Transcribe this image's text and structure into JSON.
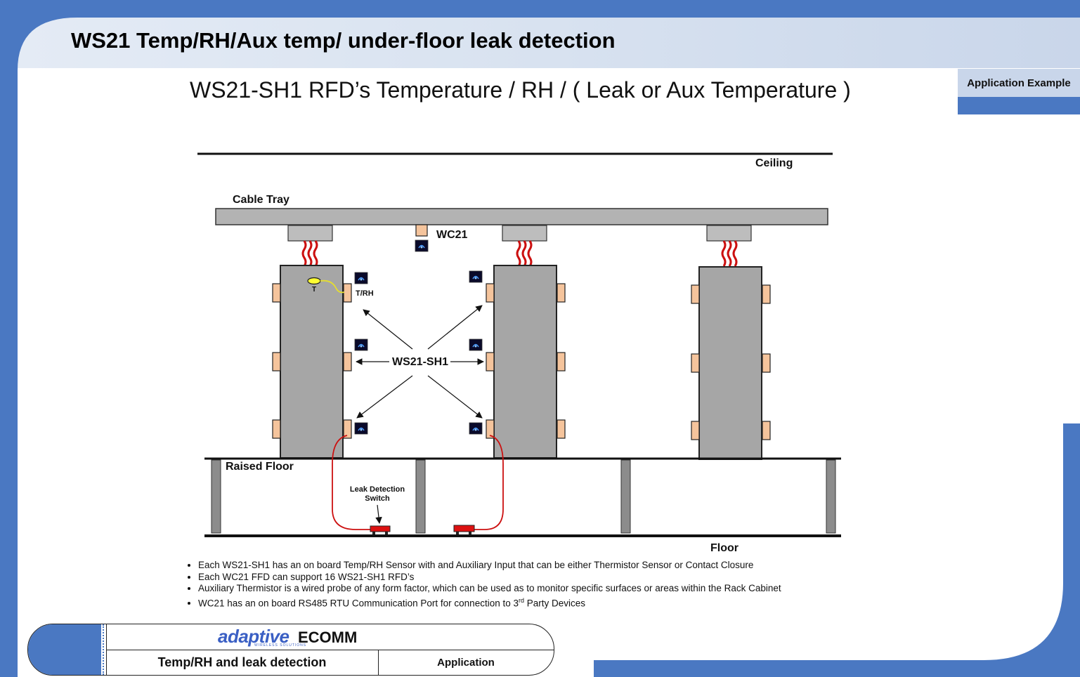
{
  "slide": {
    "title": "WS21 Temp/RH/Aux temp/ under-floor leak detection",
    "subtitle": "WS21-SH1 RFD’s Temperature / RH / ( Leak or Aux Temperature )",
    "tab_label": "Application Example"
  },
  "diagram": {
    "ceiling": "Ceiling",
    "cable_tray": "Cable Tray",
    "wc21": "WC21",
    "t": "T",
    "trh": "T/RH",
    "ws21": "WS21-SH1",
    "raised_floor": "Raised Floor",
    "leak_line1": "Leak Detection",
    "leak_line2": "Switch",
    "floor": "Floor"
  },
  "bullets": [
    "Each WS21-SH1 has an on board Temp/RH Sensor with and Auxiliary Input that can be either Thermistor Sensor or Contact Closure",
    "Each WC21 FFD can support 16 WS21-SH1 RFD’s",
    "Auxiliary Thermistor is a wired probe of any form factor, which can be used as to monitor specific surfaces or areas within the Rack Cabinet"
  ],
  "bullet4": {
    "pre": "WC21 has an on board RS485 RTU Communication Port for connection to 3",
    "sup": "rd",
    "post": " Party Devices"
  },
  "footer": {
    "logo": "adaptive",
    "logo_small": "WIRELESS SOLUTIONS",
    "brand": "ECOMM",
    "left": "Temp/RH and leak detection",
    "right": "Application"
  },
  "colors": {
    "frame_blue": "#4a78c2",
    "header_light": "#d4deee",
    "rack_gray": "#a6a6a6",
    "bracket_orange": "#f5c49c",
    "cable_red": "#cc1010",
    "sensor_yellow": "#ffff33",
    "leak_switch_red": "#dd1111"
  }
}
